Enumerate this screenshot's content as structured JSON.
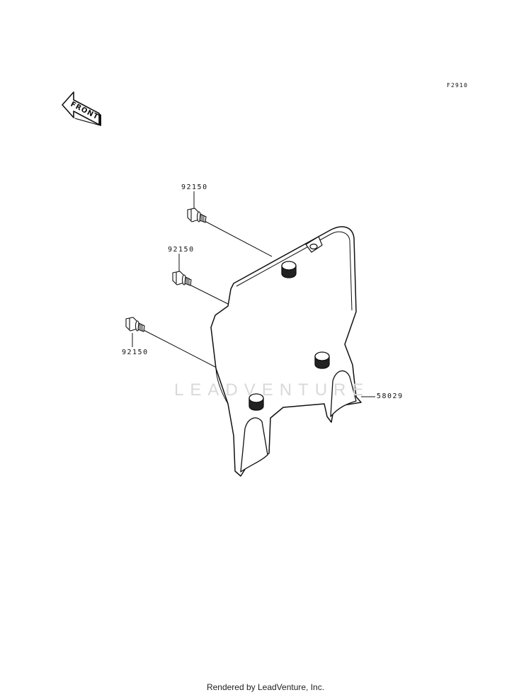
{
  "figure_code": "F2910",
  "front_arrow_label": "FRONT",
  "watermark": "LEADVENTURE",
  "callouts": [
    {
      "part_number": "92150"
    },
    {
      "part_number": "92150"
    },
    {
      "part_number": "92150"
    },
    {
      "part_number": "58029"
    }
  ],
  "icons": [
    "front-direction-arrow-icon",
    "leadventure-flame-logo"
  ],
  "colors": {
    "line": "#111111",
    "watermark": "#d9d9d9"
  },
  "footer": "Rendered by LeadVenture, Inc."
}
